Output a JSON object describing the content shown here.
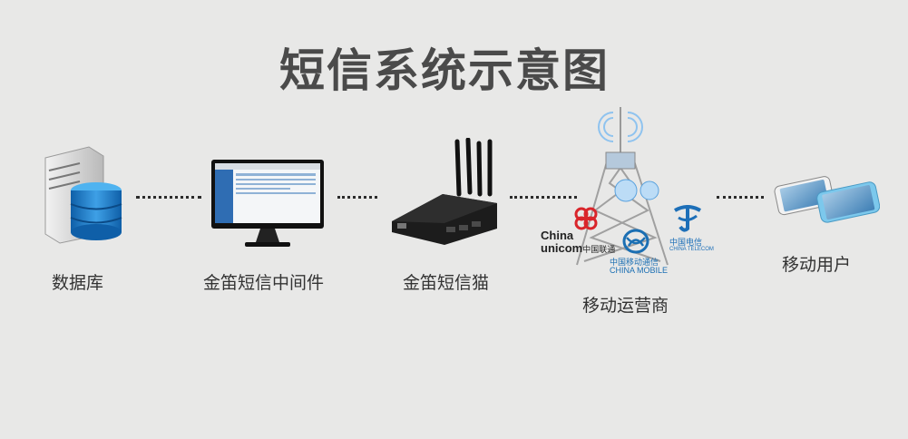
{
  "title": "短信系统示意图",
  "nodes": {
    "database": {
      "label": "数据库"
    },
    "middleware": {
      "label": "金笛短信中间件"
    },
    "modem": {
      "label": "金笛短信猫"
    },
    "operator": {
      "label": "移动运营商",
      "logos": {
        "unicom_line1": "China",
        "unicom_line2": "unicom",
        "unicom_cn": "中国联通",
        "mobile_cn": "中国移动通信",
        "mobile_en": "CHINA MOBILE",
        "telecom_cn": "中国电信",
        "telecom_en": "CHINA TELECOM"
      }
    },
    "users": {
      "label": "移动用户"
    }
  },
  "colors": {
    "title": "#4a4a4a",
    "unicom_red": "#d9252b",
    "mobile_blue": "#1b6fb3",
    "telecom_blue": "#1d6fb8"
  }
}
